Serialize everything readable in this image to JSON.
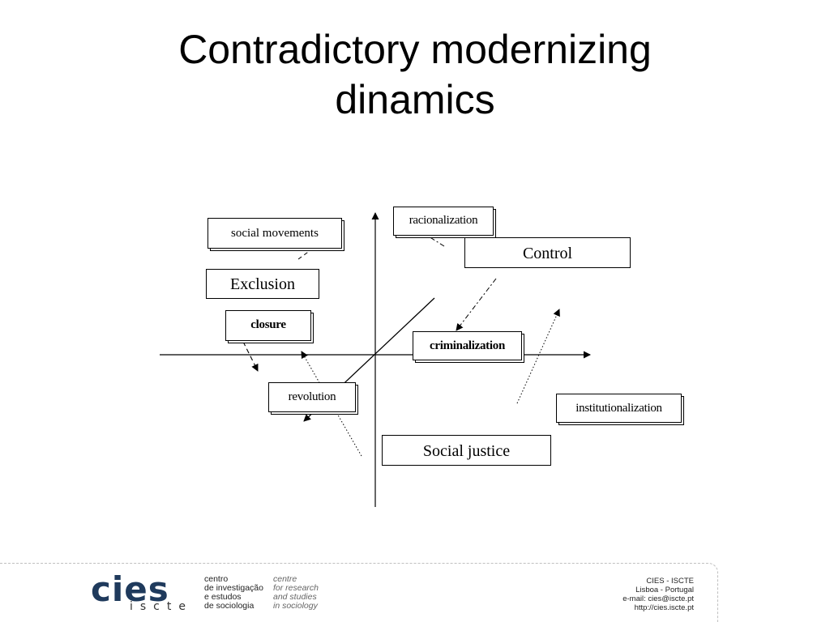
{
  "title": {
    "line1": "Contradictory modernizing",
    "line2": "dinamics"
  },
  "diagram": {
    "labels": {
      "social_movements": "social movements",
      "racionalization": "racionalization",
      "control": "Control",
      "exclusion": "Exclusion",
      "closure": "closure",
      "criminalization": "criminalization",
      "revolution": "revolution",
      "institutionalization": "institutionalization",
      "social_justice": "Social justice"
    }
  },
  "footer": {
    "logo_main": "cies",
    "logo_sub": "iscte",
    "org_pt": [
      "centro",
      "de investigação",
      "e estudos",
      "de sociologia"
    ],
    "org_en": [
      "centre",
      "for research",
      "and studies",
      "in sociology"
    ],
    "contact": [
      "CIES - ISCTE",
      "Lisboa - Portugal",
      "e-mail: cies@iscte.pt",
      "http://cies.iscte.pt"
    ]
  }
}
